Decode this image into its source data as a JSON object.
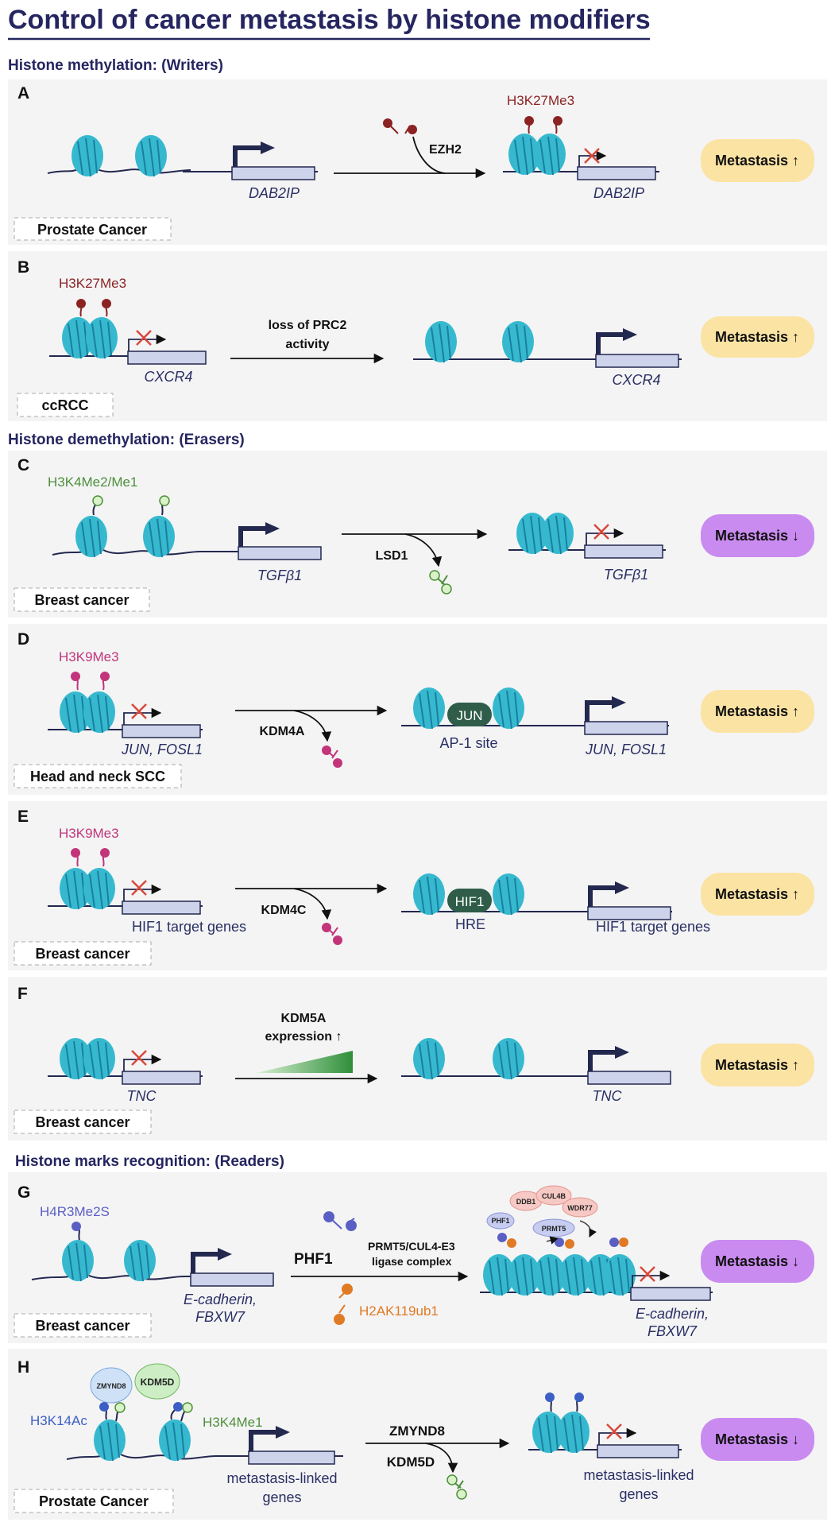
{
  "title": "Control of cancer metastasis by histone modifiers",
  "sections": {
    "writers": "Histone methylation: (Writers)",
    "erasers": "Histone demethylation: (Erasers)",
    "readers": "Histone marks recognition: (Readers)"
  },
  "colors": {
    "title": "#252560",
    "panel_bg": "#f4f4f5",
    "nucleosome": "#36b9cf",
    "dna": "#23284f",
    "gene_box": "#cdd3ea",
    "metastasis_up": "#fbe3a3",
    "metastasis_down": "#c98bf0",
    "me3_k27": "#8b2323",
    "me_k4": "#6fbf4a",
    "me3_k9": "#c2357b",
    "me2s_r3": "#5a5fc4",
    "ub": "#e07a24",
    "ac": "#3b5fc4",
    "repress_x": "#d8493c"
  },
  "panels": [
    {
      "letter": "A",
      "cancer": "Prostate Cancer",
      "mark": "H3K27Me3",
      "enzyme": "EZH2",
      "gene_left": "DAB2IP",
      "gene_right": "DAB2IP",
      "outcome": "Metastasis ↑"
    },
    {
      "letter": "B",
      "cancer": "ccRCC",
      "mark": "H3K27Me3",
      "enzyme_line1": "loss of PRC2",
      "enzyme_line2": "activity",
      "gene_left": "CXCR4",
      "gene_right": "CXCR4",
      "outcome": "Metastasis ↑"
    },
    {
      "letter": "C",
      "cancer": "Breast cancer",
      "mark": "H3K4Me2/Me1",
      "enzyme": "LSD1",
      "gene_left": "TGFβ1",
      "gene_right": "TGFβ1",
      "outcome": "Metastasis ↓"
    },
    {
      "letter": "D",
      "cancer": "Head and neck SCC",
      "mark": "H3K9Me3",
      "enzyme": "KDM4A",
      "gene_left": "JUN, FOSL1",
      "factor": "JUN",
      "site": "AP-1 site",
      "gene_right": "JUN, FOSL1",
      "outcome": "Metastasis ↑"
    },
    {
      "letter": "E",
      "cancer": "Breast cancer",
      "mark": "H3K9Me3",
      "enzyme": "KDM4C",
      "gene_left": "HIF1 target genes",
      "factor": "HIF1",
      "site": "HRE",
      "gene_right": "HIF1 target genes",
      "outcome": "Metastasis ↑"
    },
    {
      "letter": "F",
      "cancer": "Breast cancer",
      "enzyme_line1": "KDM5A",
      "enzyme_line2": "expression ↑",
      "gene_left": "TNC",
      "gene_right": "TNC",
      "outcome": "Metastasis ↑"
    },
    {
      "letter": "G",
      "cancer": "Breast cancer",
      "mark": "H4R3Me2S",
      "reader": "PHF1",
      "complex_line1": "PRMT5/CUL4-E3",
      "complex_line2": "ligase complex",
      "mark2": "H2AK119ub1",
      "gene_left_line1": "E-cadherin,",
      "gene_left_line2": "FBXW7",
      "gene_right_line1": "E-cadherin,",
      "gene_right_line2": "FBXW7",
      "complex_parts": [
        "CUL4B",
        "DDB1",
        "WDR77",
        "PHF1",
        "PRMT5"
      ],
      "outcome": "Metastasis ↓"
    },
    {
      "letter": "H",
      "cancer": "Prostate Cancer",
      "mark_left": "H3K14Ac",
      "mark_right": "H3K4Me1",
      "reader_a": "ZMYND8",
      "reader_b": "KDM5D",
      "enzyme_line1": "ZMYND8",
      "enzyme_line2": "KDM5D",
      "gene_left_line1": "metastasis-linked",
      "gene_left_line2": "genes",
      "gene_right_line1": "metastasis-linked",
      "gene_right_line2": "genes",
      "outcome": "Metastasis ↓"
    }
  ]
}
